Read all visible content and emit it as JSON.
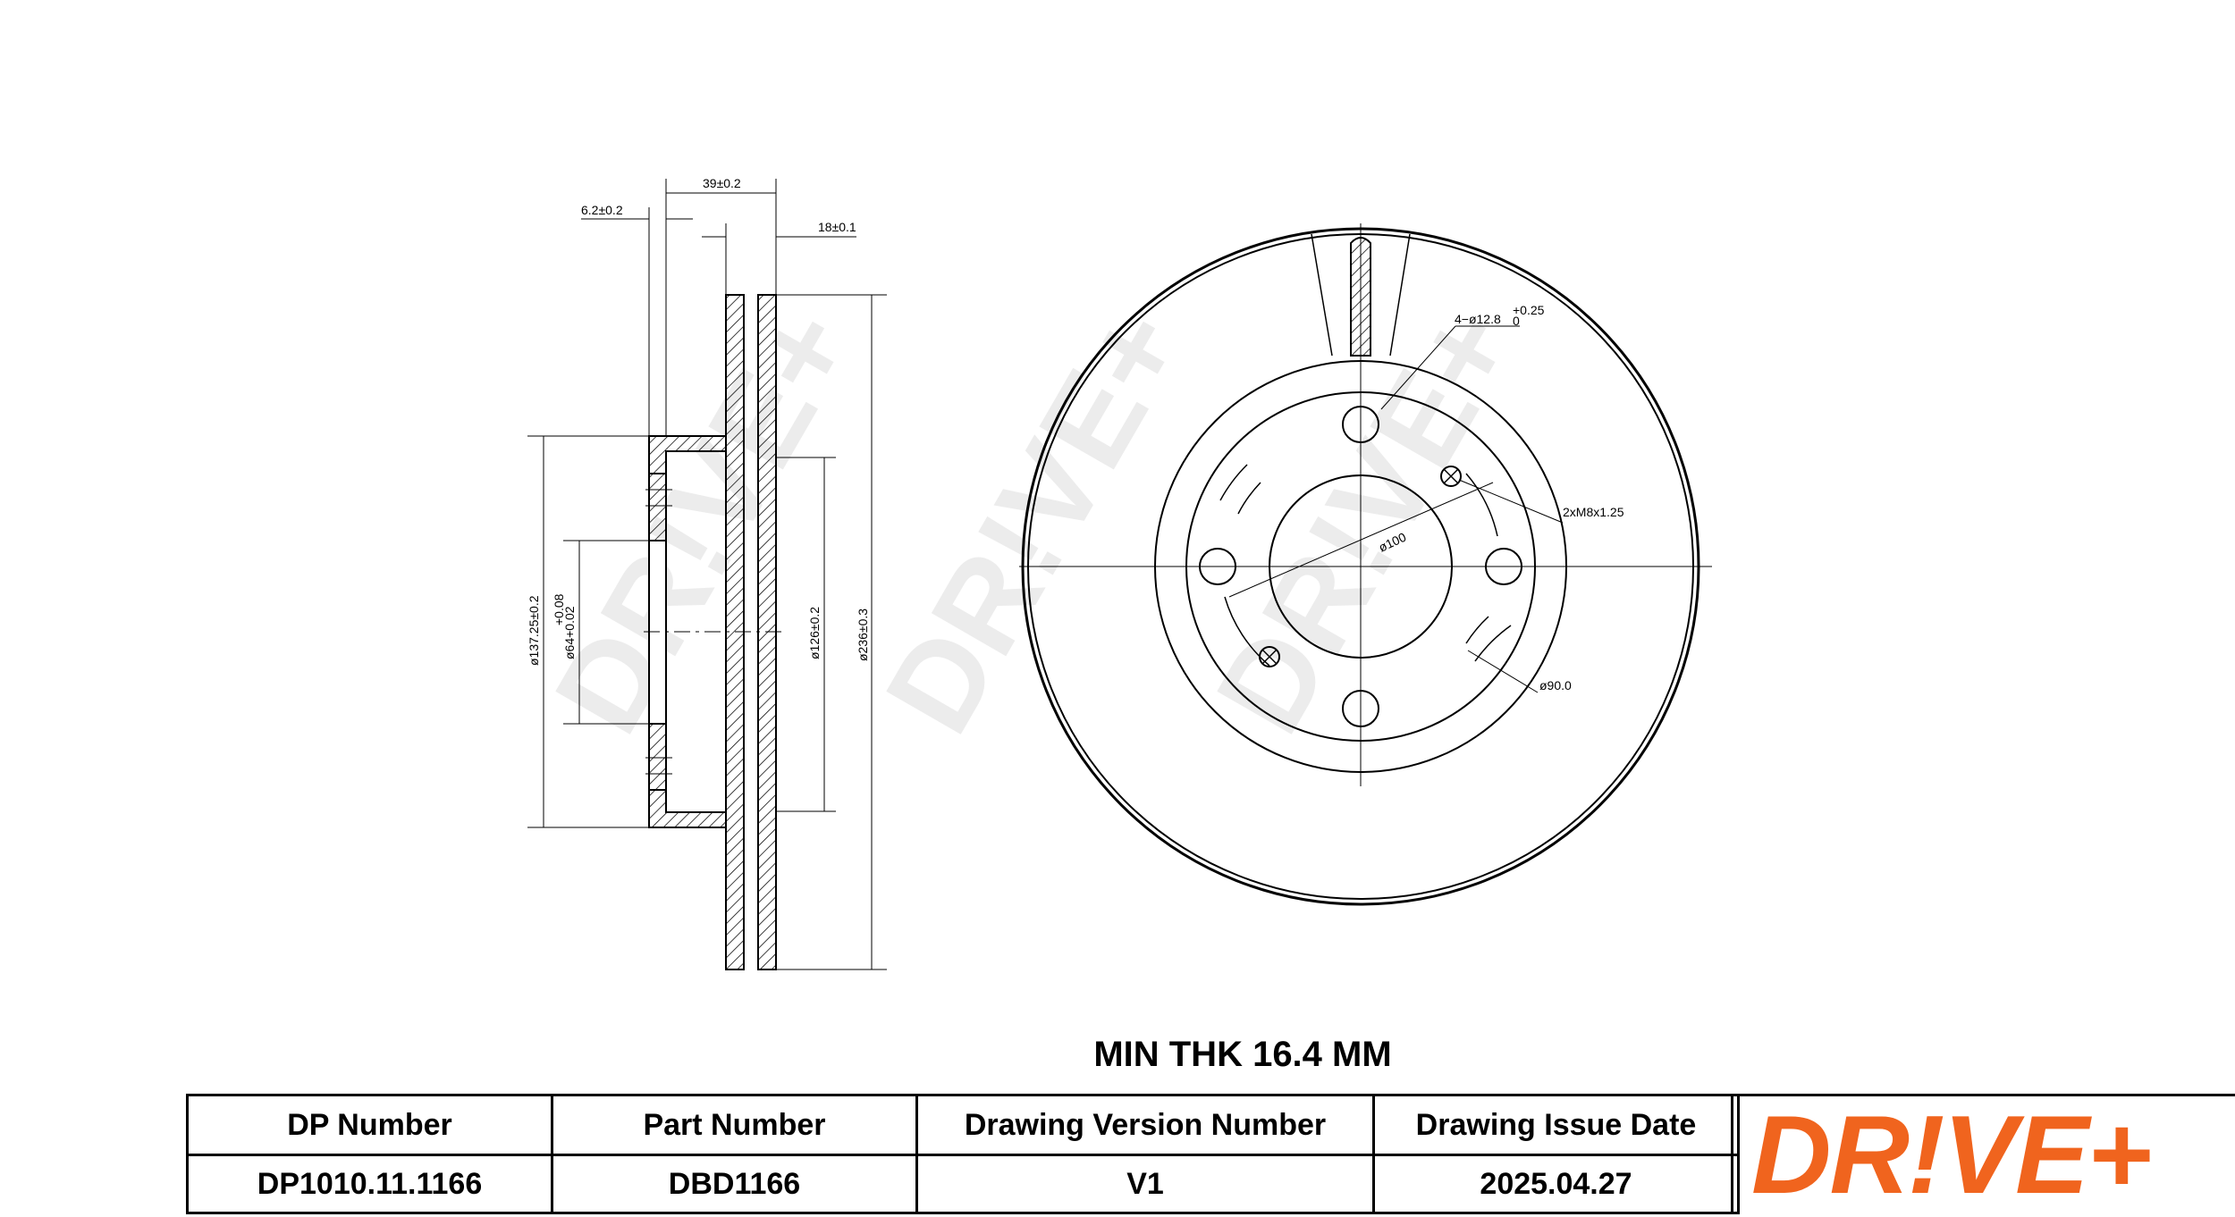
{
  "dimensions": {
    "total_width": "39±0.2",
    "flange": "6.2±0.2",
    "thickness": "18±0.1",
    "dia_137": "ø137.25±0.2",
    "dia_64": "ø64+0.02",
    "dia_64_tol": "+0.08",
    "dia_126": "ø126±0.2",
    "dia_236": "ø236±0.3",
    "holes": "4−ø12.8",
    "holes_tol_upper": "+0.25",
    "holes_tol_lower": "0",
    "threads": "2xM8x1.25",
    "pcd": "ø100",
    "hub": "ø90.0"
  },
  "watermark": "DR!VE+",
  "min_thickness": "MIN THK 16.4 MM",
  "table": {
    "headers": [
      "DP Number",
      "Part Number",
      "Drawing Version Number",
      "Drawing Issue Date"
    ],
    "values": [
      "DP1010.11.1166",
      "DBD1166",
      "V1",
      "2025.04.27"
    ]
  },
  "logo": {
    "text": "DR!VE+",
    "color": "#f0641e"
  }
}
